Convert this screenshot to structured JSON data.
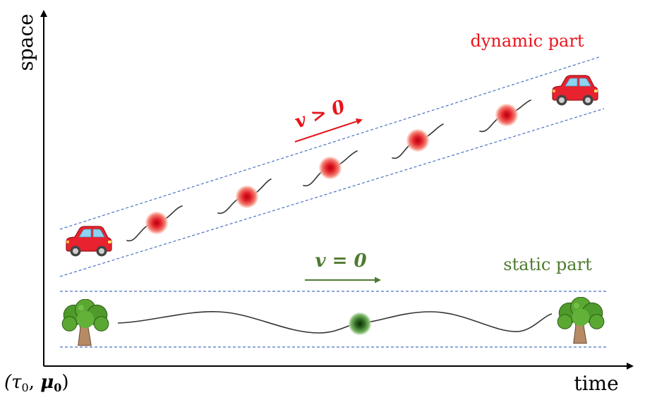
{
  "axes": {
    "y_label": "space",
    "x_label": "time",
    "origin_label": "(τ",
    "origin_tau_sub": "0",
    "origin_mu": "μ",
    "origin_mu_sub": "0",
    "origin_close": ")"
  },
  "dynamic": {
    "label": "dynamic part",
    "velocity_label": "v > 0",
    "color": "#e8141b"
  },
  "static": {
    "label": "static part",
    "velocity_label": "v = 0",
    "color": "#4f7a2f"
  },
  "colors": {
    "band_line": "#4a72c4",
    "axis": "#000000",
    "wave": "#333333",
    "car_body": "#e8222e",
    "car_window": "#8fd3f4",
    "tree_leaves": "#4e9a2a",
    "tree_trunk": "#b78a66"
  },
  "icons": [
    "car-icon",
    "tree-icon"
  ]
}
